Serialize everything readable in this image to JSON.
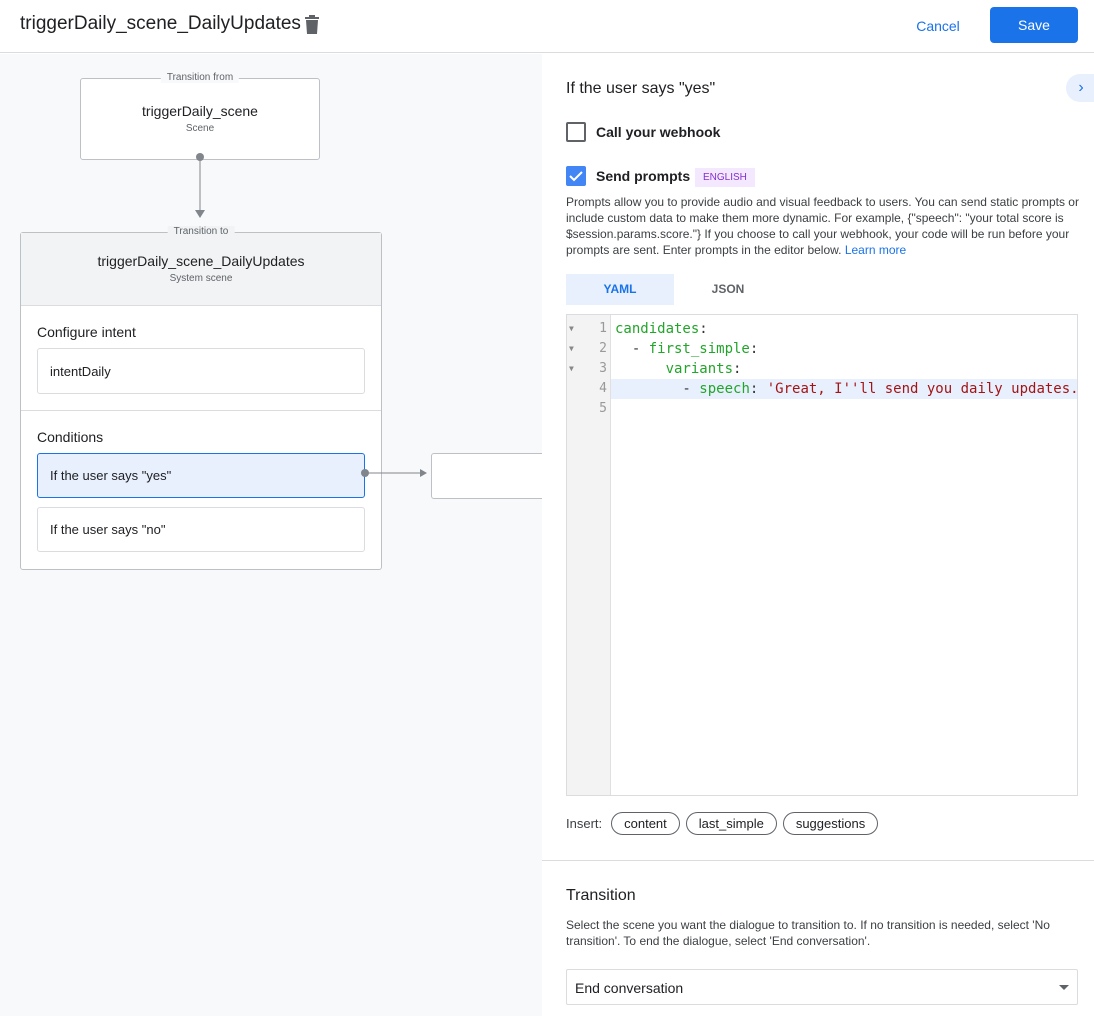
{
  "header": {
    "title": "triggerDaily_scene_DailyUpdates",
    "cancel": "Cancel",
    "save": "Save",
    "delete_icon": "trash-icon"
  },
  "canvas": {
    "from": {
      "label": "Transition from",
      "name": "triggerDaily_scene",
      "type": "Scene"
    },
    "to": {
      "label": "Transition to",
      "name": "triggerDaily_scene_DailyUpdates",
      "type": "System scene"
    },
    "intent_section": "Configure intent",
    "intent": "intentDaily",
    "conditions_section": "Conditions",
    "conditions": [
      "If the user says \"yes\"",
      "If the user says \"no\""
    ]
  },
  "panel": {
    "heading": "If the user says \"yes\"",
    "webhook_label": "Call your webhook",
    "webhook_checked": false,
    "prompts_label": "Send prompts",
    "prompts_checked": true,
    "language_badge": "ENGLISH",
    "description": "Prompts allow you to provide audio and visual feedback to users. You can send static prompts or include custom data to make them more dynamic. For example, {\"speech\": \"your total score is $session.params.score.\"} If you choose to call your webhook, your code will be run before your prompts are sent. Enter prompts in the editor below.",
    "learn_more": "Learn more",
    "tabs": [
      "YAML",
      "JSON"
    ],
    "active_tab": "YAML",
    "code": [
      {
        "n": "1",
        "indent": "",
        "key": "candidates",
        "sep": ":",
        "val": ""
      },
      {
        "n": "2",
        "indent": "  - ",
        "key": "first_simple",
        "sep": ":",
        "val": ""
      },
      {
        "n": "3",
        "indent": "      ",
        "key": "variants",
        "sep": ":",
        "val": ""
      },
      {
        "n": "4",
        "indent": "        - ",
        "key": "speech",
        "sep": ": ",
        "val": "'Great, I''ll send you daily updates."
      },
      {
        "n": "5",
        "indent": "",
        "key": "",
        "sep": "",
        "val": ""
      }
    ],
    "insert_label": "Insert:",
    "insert_chips": [
      "content",
      "last_simple",
      "suggestions"
    ],
    "transition_heading": "Transition",
    "transition_desc": "Select the scene you want the dialogue to transition to. If no transition is needed, select 'No transition'. To end the dialogue, select 'End conversation'.",
    "transition_value": "End conversation"
  }
}
